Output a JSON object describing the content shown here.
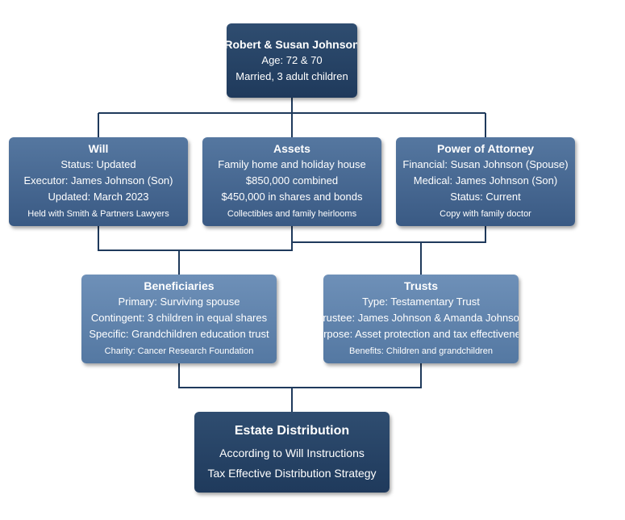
{
  "colors": {
    "connector": "#1f3a5c",
    "top_node": "#2a4668",
    "second_row": "#4a6c94",
    "third_row": "#6486ae",
    "bottom_node": "#25415f",
    "text": "#ffffff"
  },
  "client": {
    "title": "Robert & Susan Johnson",
    "age": "Age: 72 & 70",
    "status": "Married, 3 adult children"
  },
  "will": {
    "title": "Will",
    "lines": [
      "Status: Updated",
      "Executor: James Johnson (Son)",
      "Updated: March 2023"
    ],
    "note": "Held with Smith & Partners Lawyers"
  },
  "assets": {
    "title": "Assets",
    "lines": [
      "Family home and holiday house",
      "$850,000 combined",
      "$450,000 in shares and bonds"
    ],
    "note": "Collectibles and family heirlooms"
  },
  "poa": {
    "title": "Power of Attorney",
    "lines": [
      "Financial: Susan Johnson (Spouse)",
      "Medical: James Johnson (Son)",
      "Status: Current"
    ],
    "note": "Copy with family doctor"
  },
  "beneficiaries": {
    "title": "Beneficiaries",
    "lines": [
      "Primary: Surviving spouse",
      "Contingent: 3 children in equal shares",
      "Specific: Grandchildren education trust"
    ],
    "note": "Charity: Cancer Research Foundation"
  },
  "trusts": {
    "title": "Trusts",
    "lines": [
      "Type: Testamentary Trust",
      "Trustee: James Johnson & Amanda Johnson",
      "Purpose: Asset protection and tax effectiveness"
    ],
    "note": "Benefits: Children and grandchildren"
  },
  "estate": {
    "title": "Estate Distribution",
    "lines": [
      "According to Will Instructions",
      "Tax Effective Distribution Strategy"
    ]
  }
}
